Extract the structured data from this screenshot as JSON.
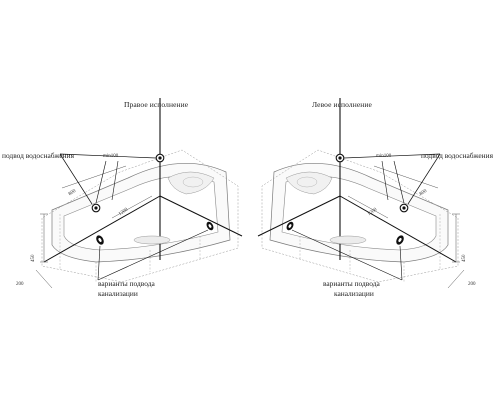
{
  "left_panel": {
    "title": "Правое исполнение",
    "water_supply_label": "подвод водоснабжения",
    "min_dim": "min100",
    "dim_800": "800",
    "dim_1200": "1200",
    "dim_450": "450",
    "dim_200": "200",
    "drain_label_line1": "варианты подвода",
    "drain_label_line2": "канализации"
  },
  "right_panel": {
    "title": "Левое исполнение",
    "water_supply_label": "подвод водоснабжения",
    "min_dim": "min100",
    "dim_800": "800",
    "dim_1200": "1200",
    "dim_450": "450",
    "dim_200": "200",
    "drain_label_line1": "варианты подвода",
    "drain_label_line2": "канализации"
  }
}
